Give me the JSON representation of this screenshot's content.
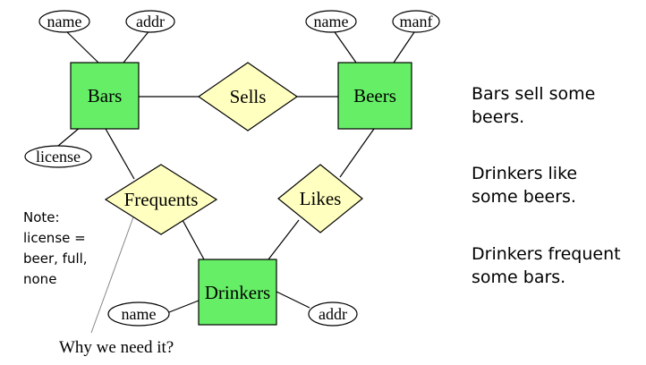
{
  "colors": {
    "entity_fill": "#66ee66",
    "relationship_fill": "#ffffc0",
    "question_text": "#8b1a1a",
    "note_pointer": "#888888"
  },
  "entities": {
    "bars": "Bars",
    "beers": "Beers",
    "drinkers": "Drinkers"
  },
  "relationships": {
    "sells": "Sells",
    "frequents": "Frequents",
    "likes": "Likes"
  },
  "attributes": {
    "bars_name": "name",
    "bars_addr": "addr",
    "bars_license": "license",
    "beers_name": "name",
    "beers_manf": "manf",
    "drinkers_name": "name",
    "drinkers_addr": "addr"
  },
  "note": {
    "lines": [
      "Note:",
      "license =",
      "beer, full,",
      "none"
    ]
  },
  "question": "Why we need it?",
  "statements": {
    "sells": [
      "Bars sell some",
      "beers."
    ],
    "likes": [
      "Drinkers like",
      "some beers."
    ],
    "frequents": [
      "Drinkers frequent",
      "some bars."
    ]
  }
}
